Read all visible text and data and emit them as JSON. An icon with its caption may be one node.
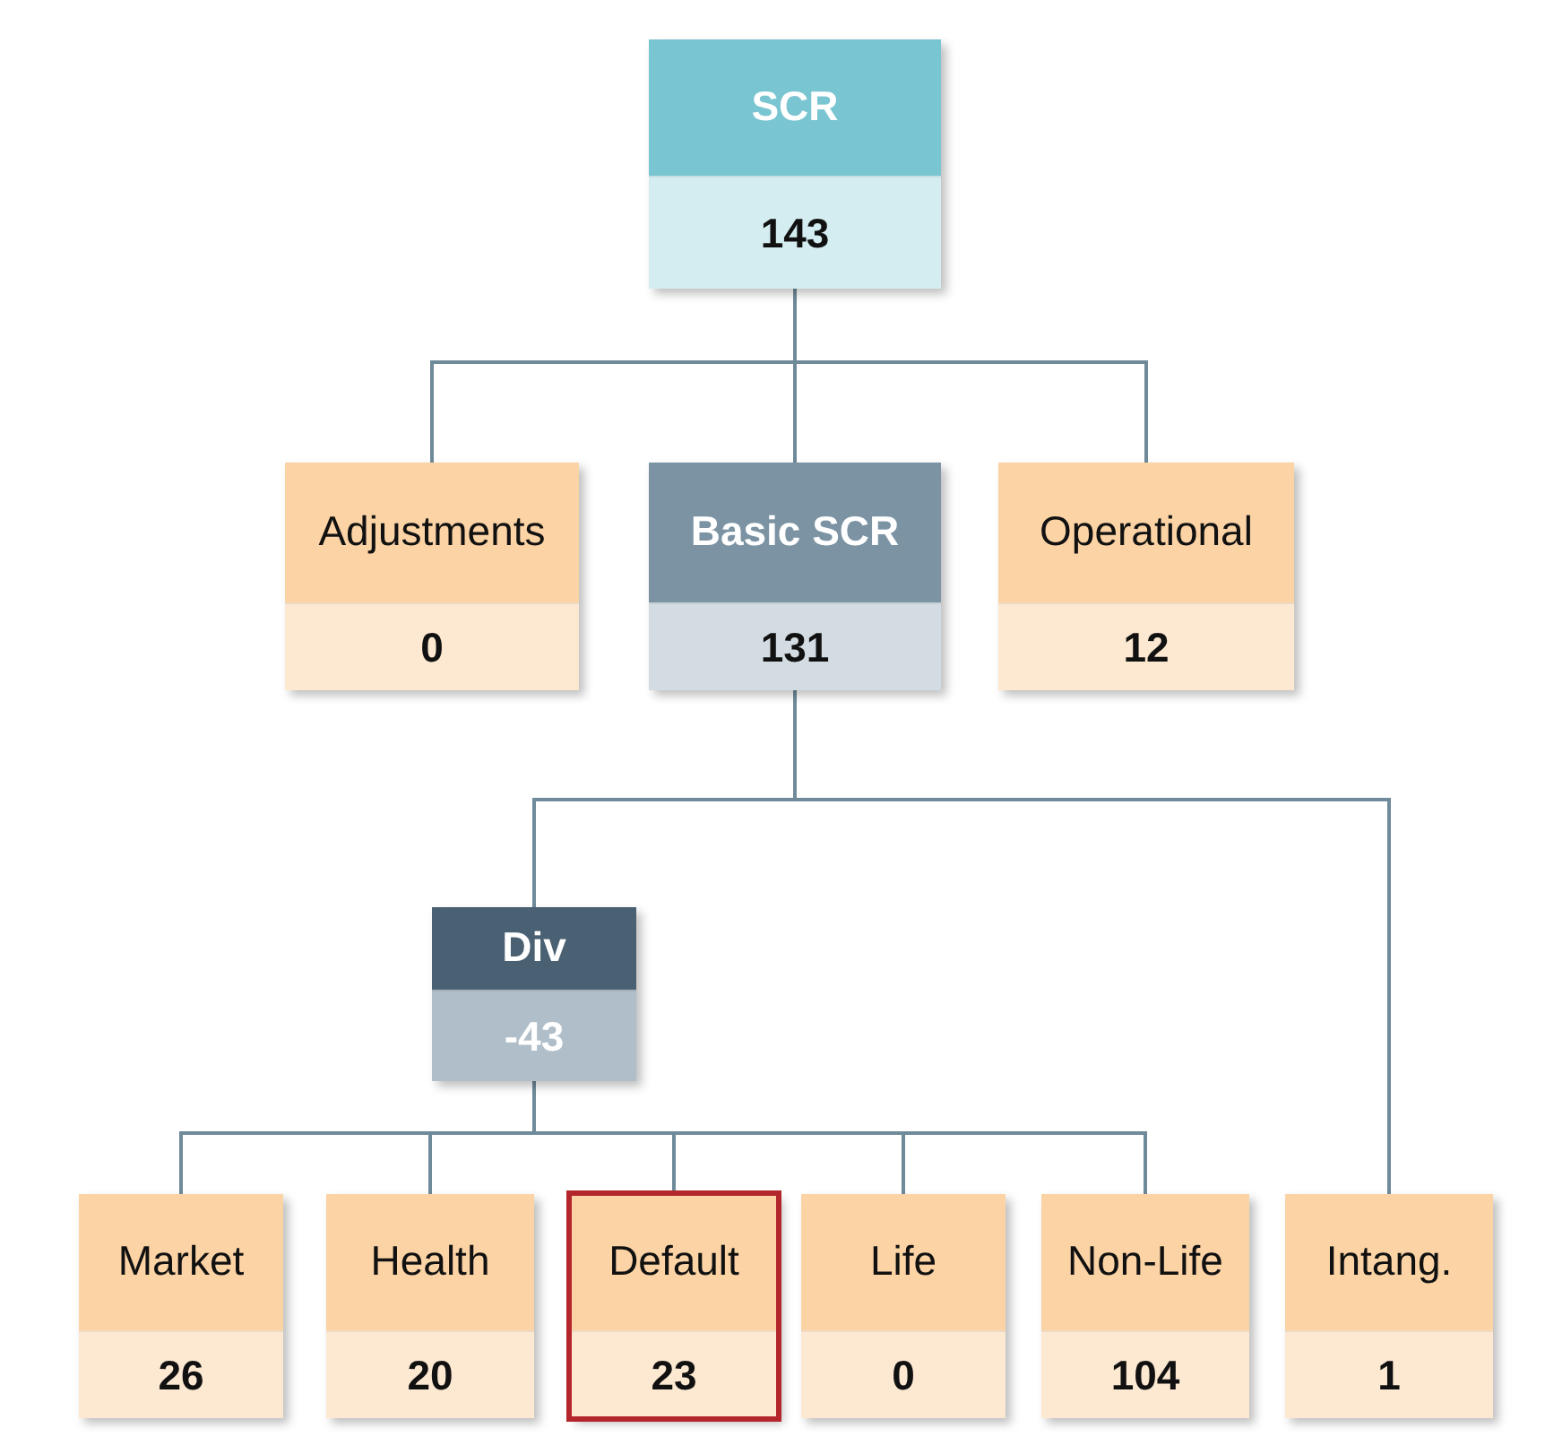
{
  "diagram": {
    "nodes": [
      {
        "text": [
          "SCR",
          "143"
        ]
      },
      {
        "text": [
          "Adjustments",
          "0"
        ]
      },
      {
        "text": [
          "Basic SCR",
          "131"
        ]
      },
      {
        "text": [
          "Operational",
          "12"
        ]
      },
      {
        "text": [
          "Div",
          "-43"
        ]
      },
      {
        "text": [
          "Market",
          "26"
        ]
      },
      {
        "text": [
          "Health",
          "20"
        ]
      },
      {
        "text": [
          "Default",
          "23"
        ]
      },
      {
        "text": [
          "Life",
          "0"
        ]
      },
      {
        "text": [
          "Non-Life",
          "104"
        ]
      },
      {
        "text": [
          "Intang.",
          "1"
        ]
      }
    ],
    "edges": [
      {
        "from": 0,
        "to": 1,
        "arrow": "none"
      },
      {
        "from": 0,
        "to": 2,
        "arrow": "none"
      },
      {
        "from": 0,
        "to": 3,
        "arrow": "none"
      },
      {
        "from": 2,
        "to": 4,
        "arrow": "none"
      },
      {
        "from": 2,
        "to": 10,
        "arrow": "none"
      },
      {
        "from": 4,
        "to": 5,
        "arrow": "none"
      },
      {
        "from": 4,
        "to": 6,
        "arrow": "none"
      },
      {
        "from": 4,
        "to": 7,
        "arrow": "none"
      },
      {
        "from": 4,
        "to": 8,
        "arrow": "none"
      },
      {
        "from": 4,
        "to": 9,
        "arrow": "none"
      }
    ]
  }
}
